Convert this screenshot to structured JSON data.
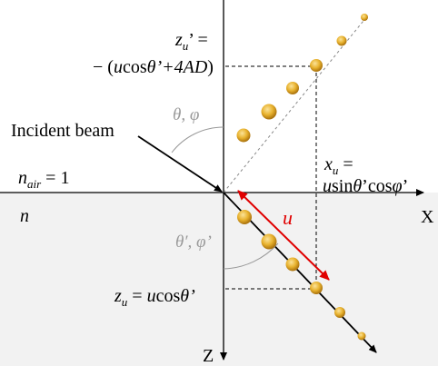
{
  "colors": {
    "medium_fill": "#f2f2f2",
    "axis": "#000000",
    "arrow_u": "#e00000",
    "guide": "#9a9a9a",
    "particle_core": "#f6c84a",
    "particle_edge": "#b07a10"
  },
  "labels": {
    "zu_top_line1": "z",
    "zu_top_line1_sub": "u",
    "zu_top_line1_rest": "’ =",
    "zu_top_line2_a": "− (",
    "zu_top_line2_u": "u",
    "zu_top_line2_b": "cos",
    "zu_top_line2_theta": "θ",
    "zu_top_line2_c": "’+4",
    "zu_top_line2_AD": "AD",
    "zu_top_line2_d": ")",
    "incident_beam": "Incident beam",
    "theta_phi": "θ, φ",
    "n_air_n": "n",
    "n_air_sub": "air",
    "n_air_rest": " = 1",
    "n_medium": "n",
    "xu_line1_x": "x",
    "xu_line1_sub": "u",
    "xu_line1_rest": " =",
    "xu_line2_u": "u",
    "xu_line2_a": "sin",
    "xu_line2_theta": "θ",
    "xu_line2_b": "’cos",
    "xu_line2_phi": "φ",
    "xu_line2_c": "’",
    "u_label": "u",
    "axis_x": "X",
    "theta_phi_prime": "θ′, φ’",
    "zu_bottom_z": "z",
    "zu_bottom_sub": "u",
    "zu_bottom_eq": " = ",
    "zu_bottom_u": "u",
    "zu_bottom_cos": "cos",
    "zu_bottom_theta": "θ’",
    "axis_z": "Z"
  }
}
